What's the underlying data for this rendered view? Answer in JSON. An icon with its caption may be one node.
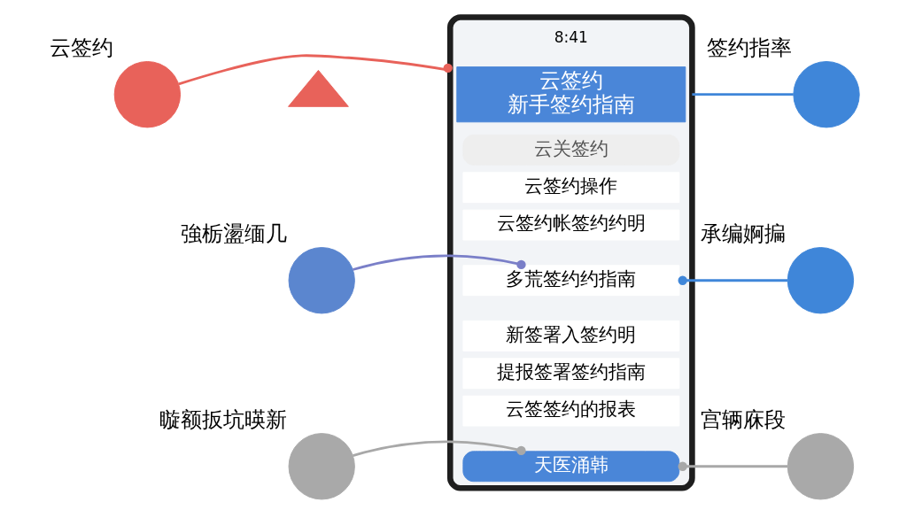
{
  "diagram": {
    "nodes": [
      {
        "text": [],
        "shape": "phone"
      },
      {
        "text": [
          "云签约",
          "新手签约指南"
        ],
        "in": 0
      },
      {
        "text": [
          "云关签约"
        ],
        "in": 0
      },
      {
        "text": [
          "云签约操作"
        ],
        "in": 0
      },
      {
        "text": [
          "云签约帐签约约明"
        ],
        "in": 0
      },
      {
        "text": [
          "多荒签约约指南"
        ],
        "in": 0
      },
      {
        "text": [
          "新签署入签约明"
        ],
        "in": 0
      },
      {
        "text": [
          "提报签署签约指南"
        ],
        "in": 0
      },
      {
        "text": [
          "云签签约的报表"
        ],
        "in": 0
      },
      {
        "text": [
          "天医涌韩"
        ],
        "in": 0
      },
      {
        "text": [],
        "shape": "circle",
        "beside": [
          "云签约"
        ]
      },
      {
        "text": [],
        "shape": "circle",
        "beside": [
          "強栃盪缅几"
        ]
      },
      {
        "text": [],
        "shape": "circle",
        "beside": [
          "䁢额扳坑暎新"
        ]
      },
      {
        "text": [],
        "shape": "circle",
        "beside": [
          "签约指率"
        ]
      },
      {
        "text": [],
        "shape": "circle",
        "beside": [
          "承编婀揙"
        ]
      },
      {
        "text": [],
        "shape": "circle",
        "beside": [
          "宫辆庥段"
        ]
      },
      {
        "text": [],
        "shape": "triangle"
      }
    ],
    "edges": [
      {
        "from": 10,
        "to": 0,
        "arrow": "other",
        "color": "#e8625a"
      },
      {
        "from": 11,
        "to": 5,
        "arrow": "other",
        "color": "#7a7fc8"
      },
      {
        "from": 12,
        "to": 9,
        "arrow": "other",
        "color": "#a8a8a8"
      },
      {
        "from": 13,
        "to": 0,
        "arrow": "none",
        "color": "#3f86d9"
      },
      {
        "from": 14,
        "to": 5,
        "arrow": "other",
        "color": "#3f86d9"
      },
      {
        "from": 15,
        "to": 9,
        "arrow": "other",
        "color": "#a8a8a8"
      }
    ],
    "labels": [
      "8:41"
    ]
  }
}
